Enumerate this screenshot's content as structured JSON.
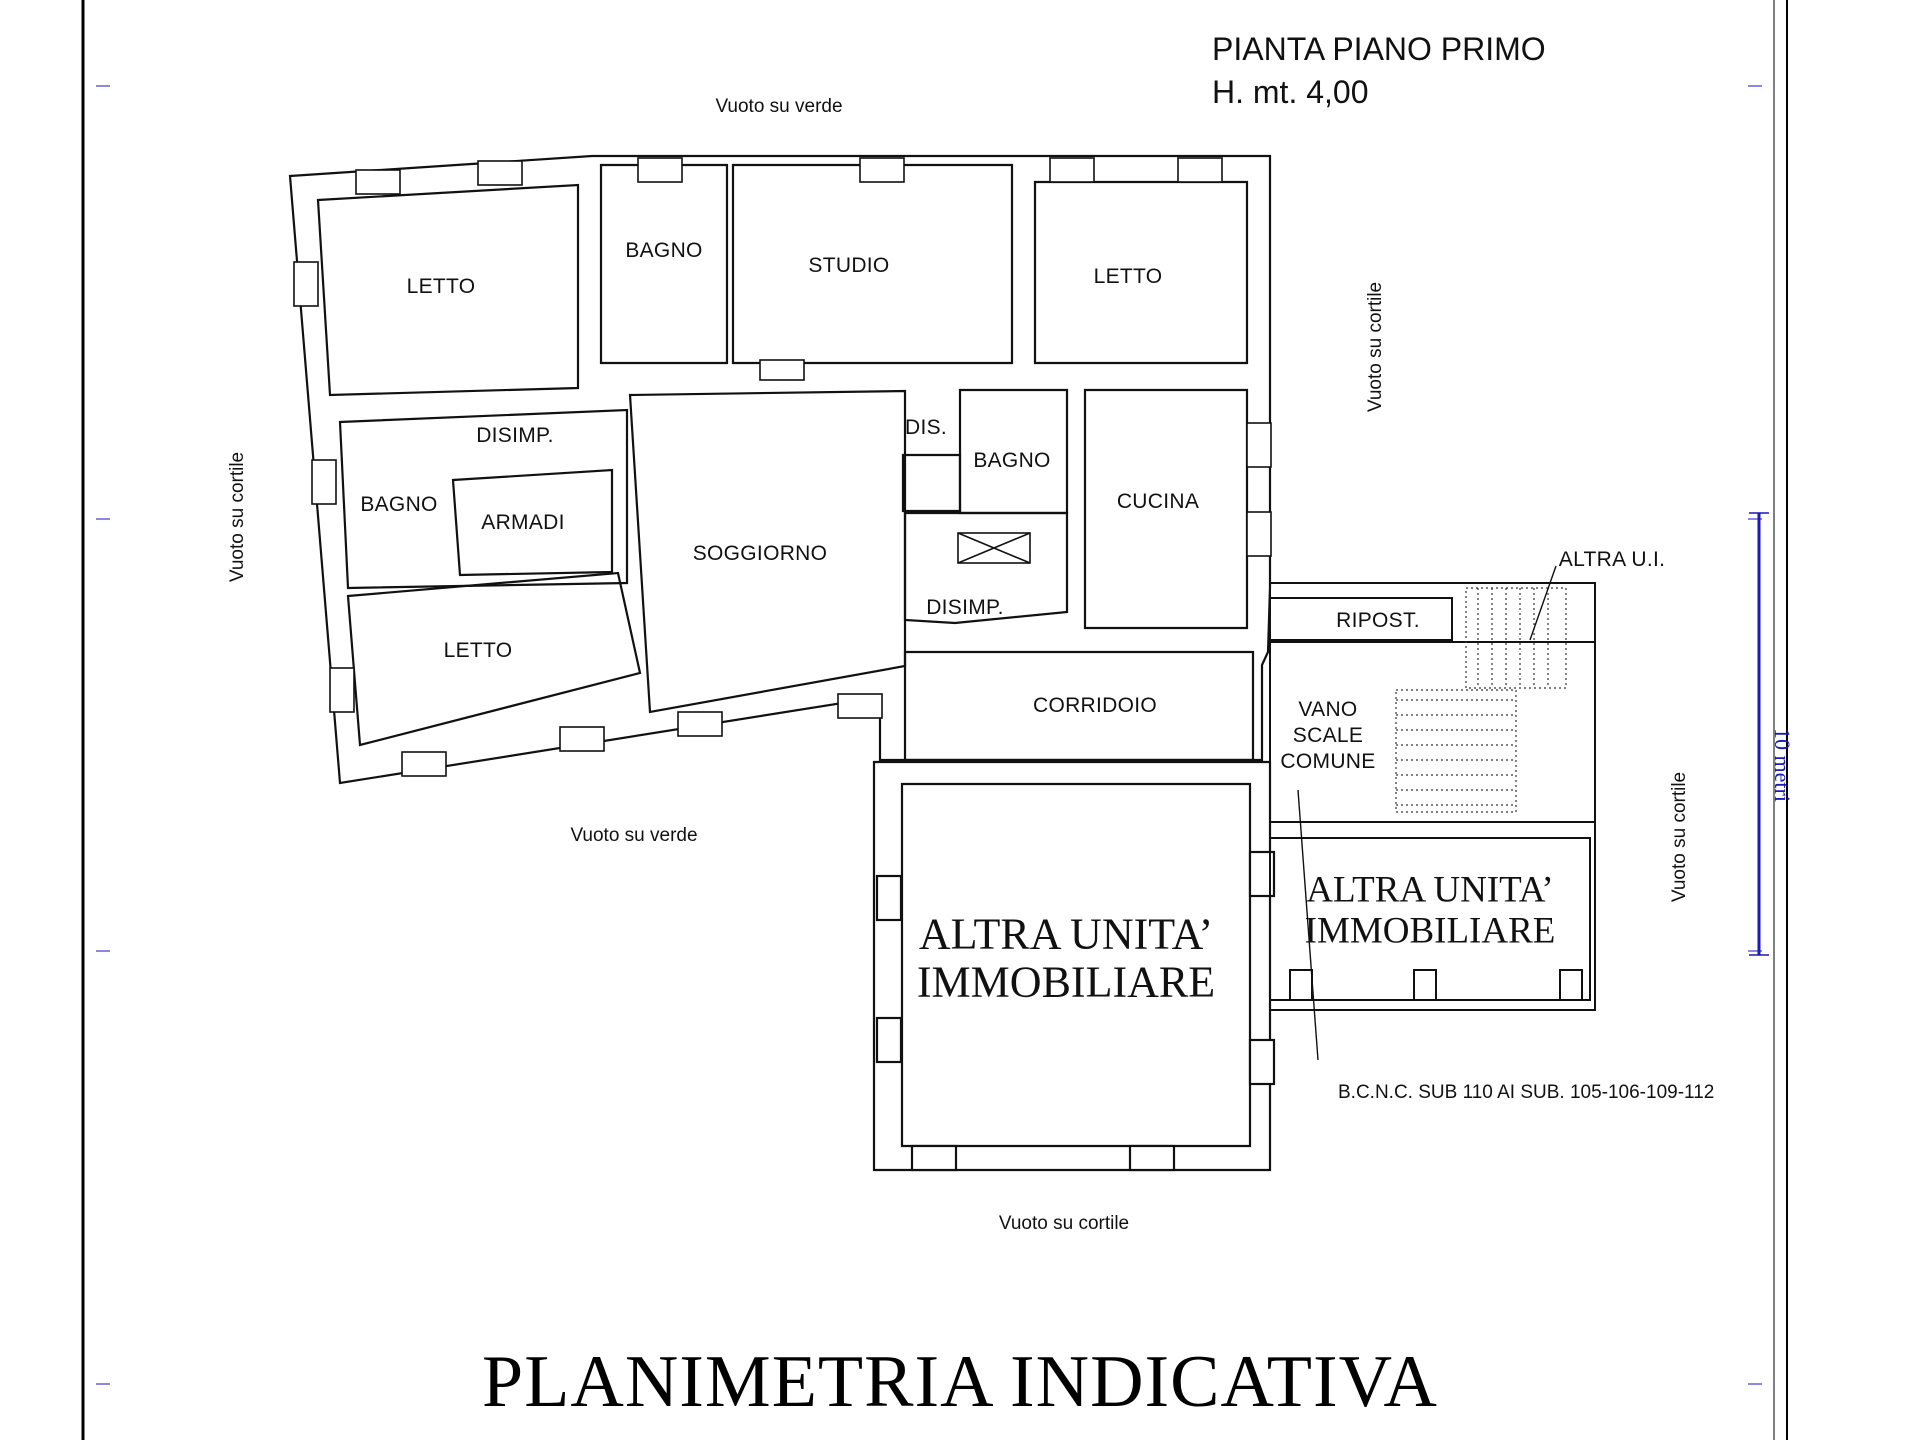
{
  "header": {
    "title": "PIANTA PIANO PRIMO",
    "height": "H. mt. 4,00"
  },
  "rooms": {
    "letto_nw": "LETTO",
    "bagno_n": "BAGNO",
    "studio": "STUDIO",
    "letto_ne": "LETTO",
    "disimp_w": "DISIMP.",
    "dis": "DIS.",
    "bagno_c": "BAGNO",
    "bagno_w": "BAGNO",
    "armadi": "ARMADI",
    "soggiorno": "SOGGIORNO",
    "cucina": "CUCINA",
    "disimp_c": "DISIMP.",
    "letto_sw": "LETTO",
    "corridoio": "CORRIDOIO",
    "ripost": "RIPOST.",
    "vano_scale": [
      "VANO",
      "SCALE",
      "COMUNE"
    ],
    "altra_ui": "ALTRA U.I."
  },
  "surroundings": {
    "north": "Vuoto su verde",
    "south_w": "Vuoto su verde",
    "south": "Vuoto su cortile",
    "west": "Vuoto su cortile",
    "east": "Vuoto su cortile",
    "east_far": "Vuoto su cortile"
  },
  "other_units": {
    "large": [
      "ALTRA UNITA’",
      "IMMOBILIARE"
    ],
    "small": [
      "ALTRA UNITA’",
      "IMMOBILIARE"
    ]
  },
  "note": "B.C.N.C. SUB 110 AI SUB. 105-106-109-112",
  "scale_bar": "10 metri",
  "footer": "PLANIMETRIA INDICATIVA",
  "colors": {
    "wall": "#111111",
    "frame": "#000000",
    "scale": "#1a1ab4"
  }
}
